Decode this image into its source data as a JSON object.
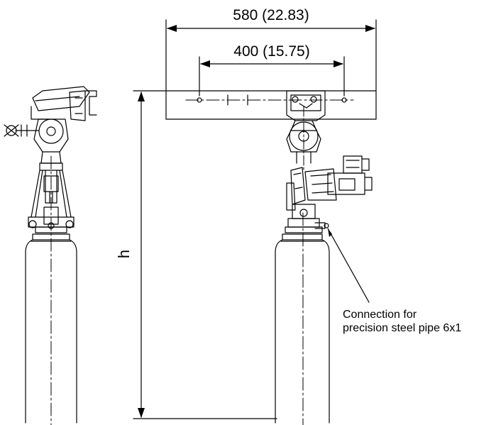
{
  "dimensions": {
    "outer_width": "580 (22.83)",
    "inner_width": "400 (15.75)",
    "height_label": "h"
  },
  "annotations": {
    "connection_line1": "Connection for",
    "connection_line2": "precision steel pipe 6x1"
  },
  "colors": {
    "line": "#000000",
    "background": "#ffffff"
  }
}
